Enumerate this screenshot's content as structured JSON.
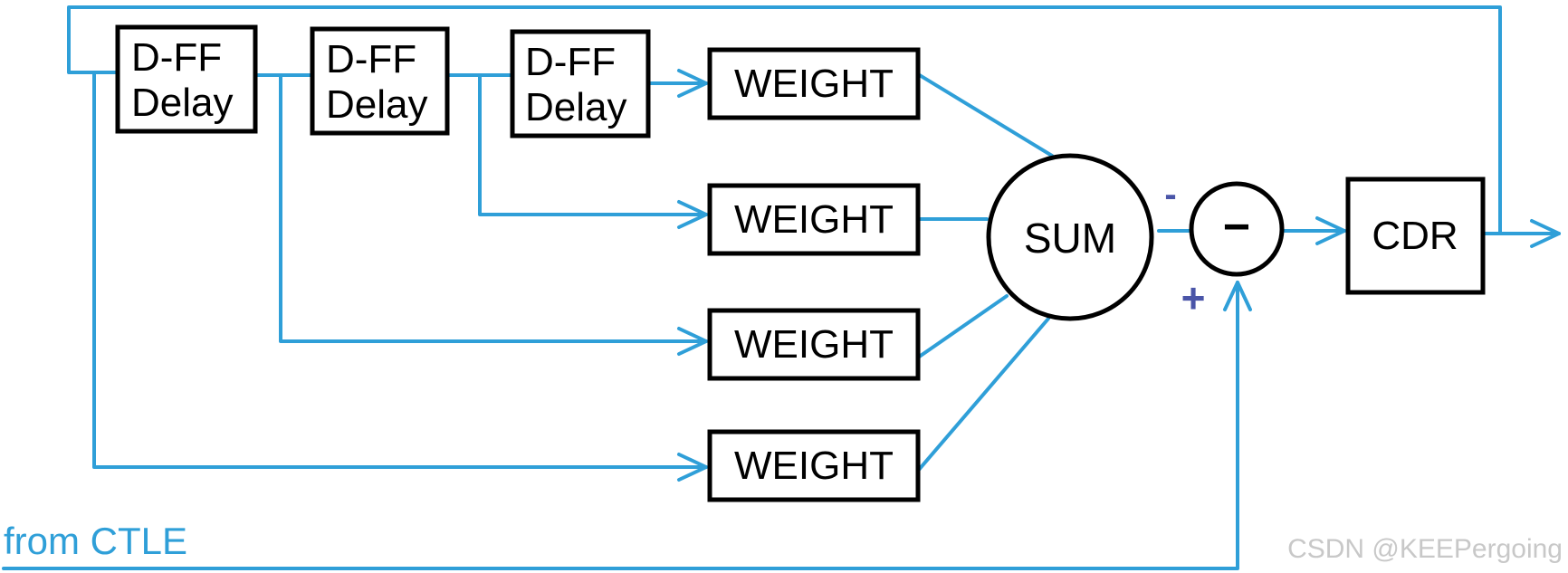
{
  "diagram": {
    "dff_blocks": [
      {
        "line1": "D-FF",
        "line2": "Delay"
      },
      {
        "line1": "D-FF",
        "line2": "Delay"
      },
      {
        "line1": "D-FF",
        "line2": "Delay"
      }
    ],
    "weight_blocks": [
      "WEIGHT",
      "WEIGHT",
      "WEIGHT",
      "WEIGHT"
    ],
    "sum_label": "SUM",
    "subtractor_symbol": "−",
    "minus_sign": "-",
    "plus_sign": "+",
    "cdr_label": "CDR",
    "input_label": "from CTLE",
    "watermark": "CSDN @KEEPergoing",
    "wire_color": "#2f9fd8",
    "sign_color": "#4a55a8"
  }
}
